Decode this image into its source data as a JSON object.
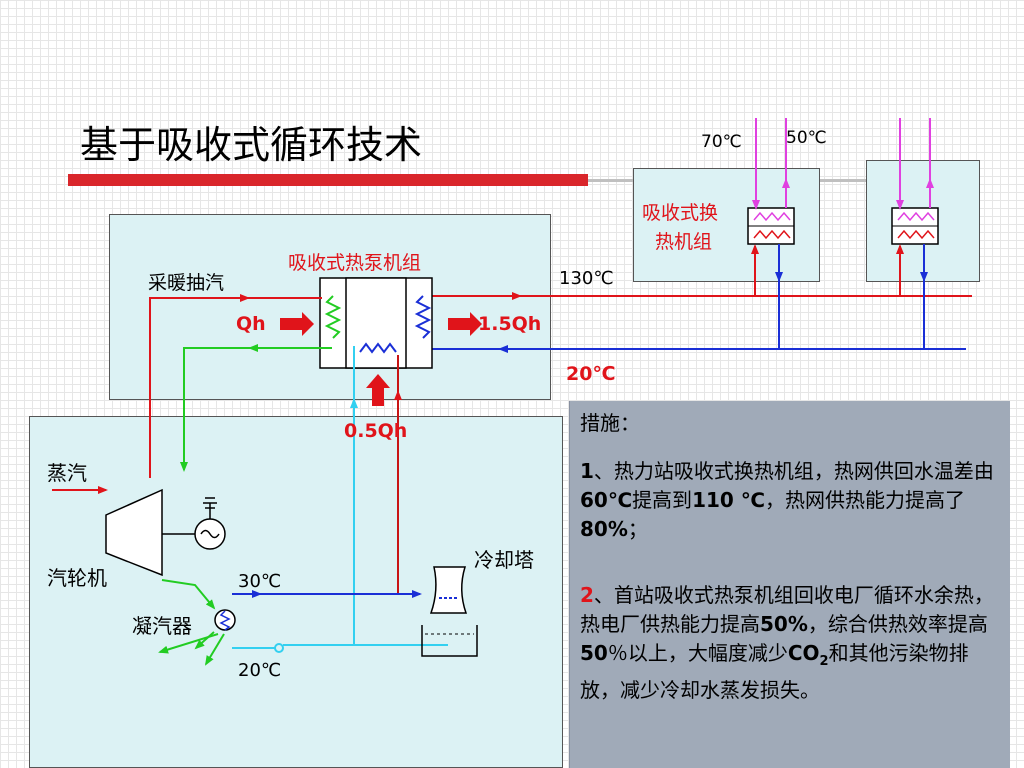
{
  "slide": {
    "title": "基于吸收式循环技术"
  },
  "diagram": {
    "labels": {
      "heat_pump_unit": "吸收式热泵机组",
      "heating_extraction": "采暖抽汽",
      "absorption_exchanger_line1": "吸收式换",
      "absorption_exchanger_line2": "热机组",
      "temp_70": "70℃",
      "temp_50": "50℃",
      "temp_130": "130℃",
      "temp_20_return": "20℃",
      "qh": "Qh",
      "qh_15": "1.5Qh",
      "qh_05": "0.5Qh",
      "steam": "蒸汽",
      "turbine": "汽轮机",
      "condenser": "凝汽器",
      "cooling_tower": "冷却塔",
      "temp_30": "30℃",
      "temp_20_cool": "20℃"
    },
    "colors": {
      "hot_line": "#e0141a",
      "cold_line": "#1a2fd6",
      "cooling_water": "#33d0f0",
      "condensate": "#22cc22",
      "primary_network": "#e040e0",
      "panel_fill": "#dcf2f4",
      "title_bar": "#d9262b",
      "measures_bg": "#a0aab8"
    }
  },
  "measures": {
    "heading": "措施：",
    "item1": {
      "number": "1",
      "text_a": "、热力站吸收式换热机组，热网供回水温差由",
      "bold_a": "60℃",
      "text_b": "提高到",
      "bold_b": "110 ℃",
      "text_c": "，热网供热能力提高了",
      "bold_c": "80%",
      "text_d": "；"
    },
    "item2": {
      "number": "2",
      "text_a": "、首站吸收式热泵机组回收电厂循环水余热，热电厂供热能力提高",
      "bold_a": "50%",
      "text_b": "，综合供热效率提高",
      "bold_b": "50",
      "text_c": "％以上，大幅度减少",
      "co2_base": "CO",
      "co2_sub": "2",
      "text_d": "和其他污染物排放，减少冷却水蒸发损失。"
    }
  }
}
